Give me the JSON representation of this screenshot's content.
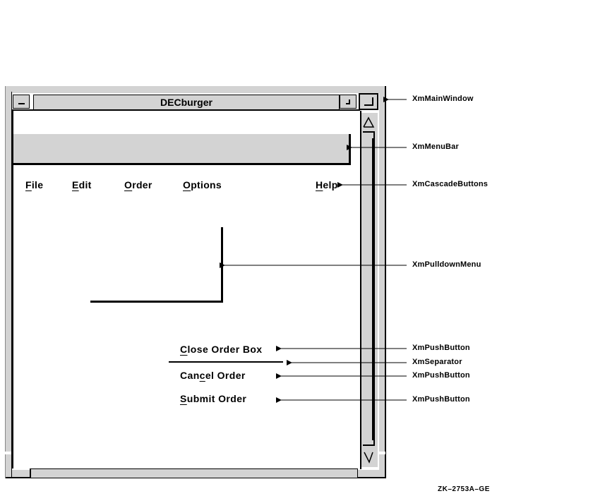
{
  "window": {
    "title": "DECburger"
  },
  "menubar": {
    "items": [
      {
        "mnemonic": "F",
        "rest": "ile"
      },
      {
        "mnemonic": "E",
        "rest": "dit"
      },
      {
        "mnemonic": "O",
        "rest": "rder"
      },
      {
        "mnemonic": "O",
        "rest": "ptions"
      },
      {
        "mnemonic": "H",
        "rest": "elp"
      }
    ]
  },
  "pulldown": {
    "buttons": [
      {
        "pre": "",
        "mnemonic": "C",
        "rest": "lose Order Box"
      },
      {
        "pre": "Can",
        "mnemonic": "c",
        "rest": "el Order"
      },
      {
        "pre": "",
        "mnemonic": "S",
        "rest": "ubmit Order"
      }
    ]
  },
  "callouts": {
    "main_window": "XmMainWindow",
    "menu_bar": "XmMenuBar",
    "cascade_buttons": "XmCascadeButtons",
    "pulldown_menu": "XmPulldownMenu",
    "push_button_1": "XmPushButton",
    "separator": "XmSeparator",
    "push_button_2": "XmPushButton",
    "push_button_3": "XmPushButton"
  },
  "figure_code": "ZK–2753A–GE",
  "colors": {
    "frame": "#d3d3d3",
    "line": "#000000"
  }
}
